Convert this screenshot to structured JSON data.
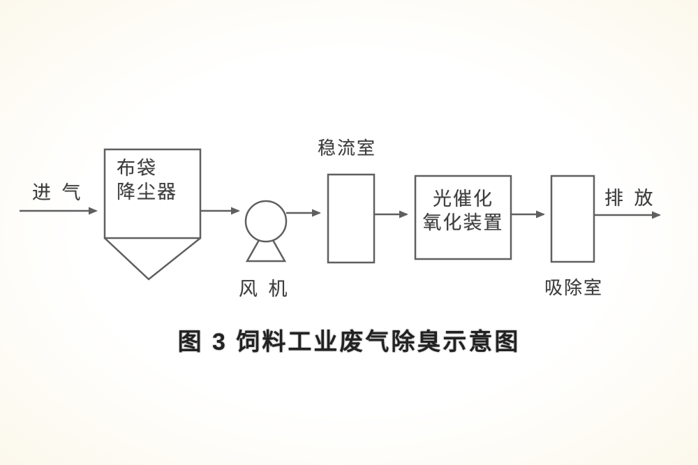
{
  "diagram": {
    "caption": "图 3   饲料工业废气除臭示意图",
    "nodes": {
      "inlet": {
        "label": "进 气"
      },
      "bag_filter": {
        "line1": "布袋",
        "line2": "降尘器"
      },
      "fan": {
        "label": "风 机"
      },
      "stabilizer": {
        "label": "稳流室"
      },
      "photocatalytic": {
        "line1": "光催化",
        "line2": "氧化装置"
      },
      "absorber": {
        "label": "吸除室"
      },
      "outlet": {
        "label": "排 放"
      }
    },
    "colors": {
      "line": "#5f5f5f",
      "text": "#3c3c3c",
      "caption": "#222222",
      "background_edge": "#fcf8ec"
    }
  }
}
